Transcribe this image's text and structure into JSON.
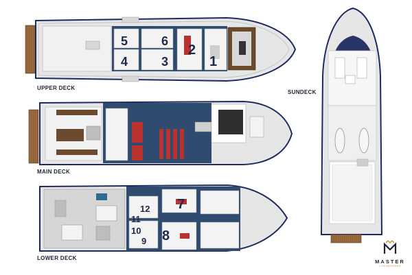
{
  "decks": {
    "upper": {
      "label": "UPPER DECK"
    },
    "main": {
      "label": "MAIN DECK"
    },
    "lower": {
      "label": "LOWER DECK"
    },
    "sun": {
      "label": "SUNDECK"
    }
  },
  "cabins": {
    "c1": "1",
    "c2": "2",
    "c3": "3",
    "c4": "4",
    "c5": "5",
    "c6": "6",
    "c7": "7",
    "c8": "8",
    "c9": "9",
    "c10": "10",
    "c11": "11",
    "c12": "12"
  },
  "brand": {
    "name": "MASTER",
    "sub": "LIVEABOARDS",
    "logo_icon": "crown-m-logo-icon"
  },
  "colors": {
    "hull_navy": "#1e2a5e",
    "floor_blue": "#2e4a6e",
    "deck_teak": "#9a6a3f",
    "berth_red": "#b8322f",
    "cabin_white": "#f3f3f3",
    "hull_grey": "#e6e6e6",
    "brand_gold": "#c48a2a"
  }
}
